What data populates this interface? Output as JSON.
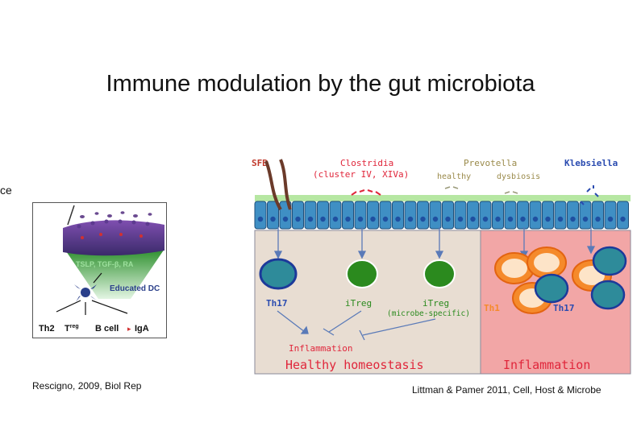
{
  "slide": {
    "title": "Immune modulation by the gut microbiota",
    "left_edge_text": "ce"
  },
  "left_figure": {
    "factors": "TSLP, TGF-β, RA",
    "dc_label": "Educated DC",
    "outputs": [
      "Th2",
      "T",
      "reg",
      "B cell",
      "IgA"
    ],
    "citation": "Rescigno, 2009, Biol Rep"
  },
  "right_figure": {
    "bacteria": {
      "sfb": "SFB",
      "clostridia": "Clostridia",
      "clostridia_sub": "(cluster IV, XIVa)",
      "prevotella": "Prevotella",
      "healthy": "healthy",
      "dysbiosis": "dysbiosis",
      "klebsiella": "Klebsiella"
    },
    "cells": {
      "th17_left": "Th17",
      "itreg_1": "iTreg",
      "itreg_2": "iTreg",
      "itreg_2_sub": "(microbe-specific)",
      "th1": "Th1",
      "th17_right": "Th17"
    },
    "inflammation_small": "Inflammation",
    "panel_healthy": "Healthy homeostasis",
    "panel_inflammation": "Inflammation",
    "citation": "Littman & Pamer 2011, Cell, Host & Microbe"
  },
  "colors": {
    "healthy_bg": "#e8ddd2",
    "inflamed_bg": "#f2a6a6",
    "epithelium": "#3f8fc4",
    "mucus": "#b6e7a2",
    "th17": "#2e8b9a",
    "itreg": "#2b8a1e",
    "th1": "#f58a2b",
    "red_label": "#e0263b",
    "blue_label": "#2a4bb0"
  }
}
